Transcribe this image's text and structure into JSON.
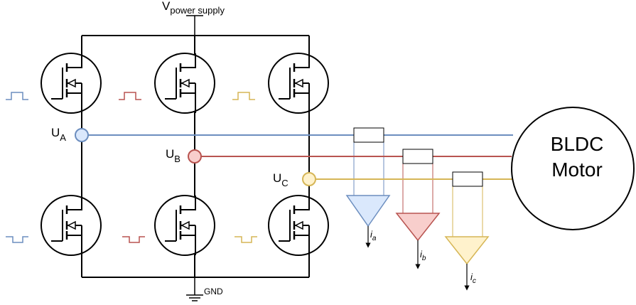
{
  "supply": {
    "label": "V",
    "sub": "power supply"
  },
  "ground": {
    "label": "GND"
  },
  "phases": [
    {
      "label": "U",
      "sub": "A",
      "color": "#6c8ebf",
      "fill": "#dae8fc",
      "current_label": "i",
      "current_sub": "a"
    },
    {
      "label": "U",
      "sub": "B",
      "color": "#b85450",
      "fill": "#f8cecc",
      "current_label": "i",
      "current_sub": "b"
    },
    {
      "label": "U",
      "sub": "C",
      "color": "#d6b656",
      "fill": "#fff2cc",
      "current_label": "i",
      "current_sub": "c"
    }
  ],
  "motor": {
    "line1": "BLDC",
    "line2": "Motor"
  },
  "transistor_icon": "mosfet-symbol",
  "pulse_icon": "pwm-pulse-icon"
}
